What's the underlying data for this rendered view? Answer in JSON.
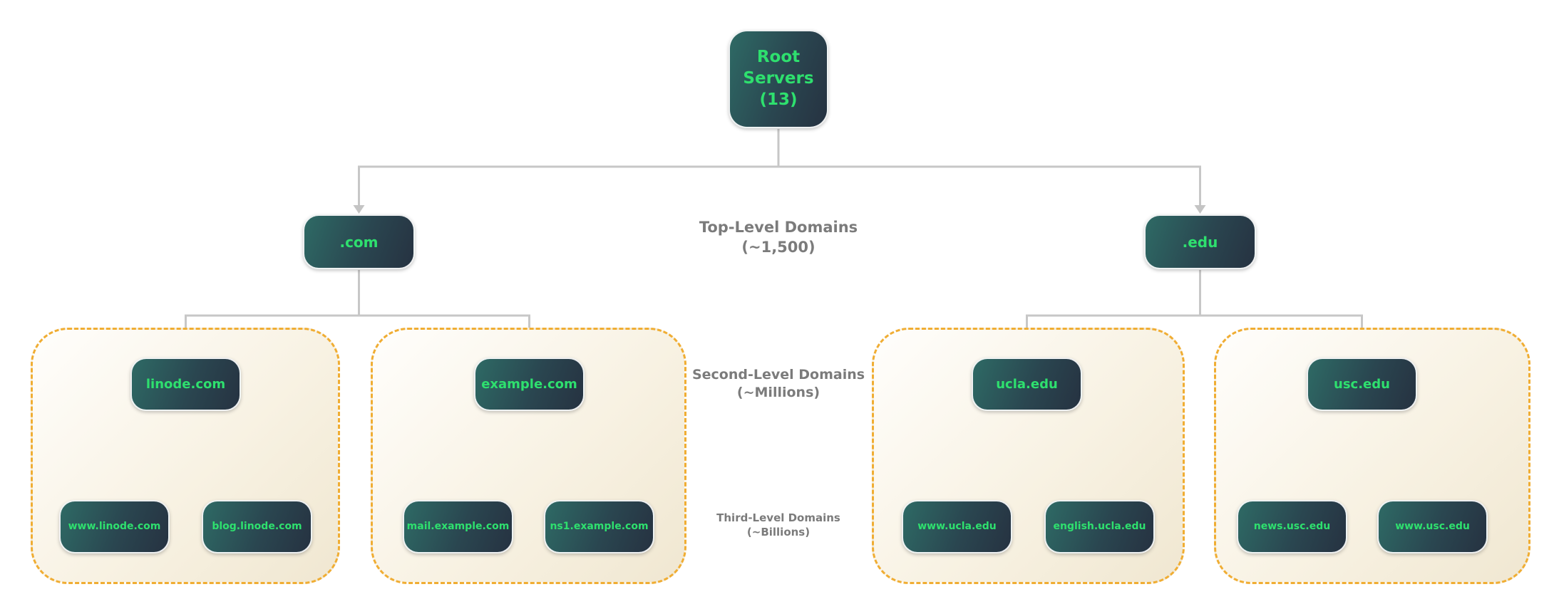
{
  "diagram": {
    "title_implicit": "DNS domain hierarchy",
    "root": {
      "label": "Root Servers (13)"
    },
    "level_labels": {
      "top": {
        "line1": "Top-Level Domains",
        "line2": "(~1,500)"
      },
      "second": {
        "line1": "Second-Level Domains",
        "line2": "(~Millions)"
      },
      "third": {
        "line1": "Third-Level Domains",
        "line2": "(~Billions)"
      }
    },
    "tlds": [
      {
        "label": ".com"
      },
      {
        "label": ".edu"
      }
    ],
    "groups": [
      {
        "parent_tld": ".com",
        "sld": "linode.com",
        "subdomains": [
          "www.linode.com",
          "blog.linode.com"
        ]
      },
      {
        "parent_tld": ".com",
        "sld": "example.com",
        "subdomains": [
          "mail.example.com",
          "ns1.example.com"
        ]
      },
      {
        "parent_tld": ".edu",
        "sld": "ucla.edu",
        "subdomains": [
          "www.ucla.edu",
          "english.ucla.edu"
        ]
      },
      {
        "parent_tld": ".edu",
        "sld": "usc.edu",
        "subdomains": [
          "news.usc.edu",
          "www.usc.edu"
        ]
      }
    ],
    "colors": {
      "node_gradient_start": "#2e6a65",
      "node_gradient_end": "#263241",
      "node_text_green": "#2ee06e",
      "connector_gray": "#c7c7c7",
      "arrow_gray": "#c4c4c4",
      "group_border_gold": "#f0ad33",
      "group_fill_cream": "#f0e7d1",
      "level_label_gray": "#7b7b7b",
      "background": "#ffffff"
    }
  }
}
